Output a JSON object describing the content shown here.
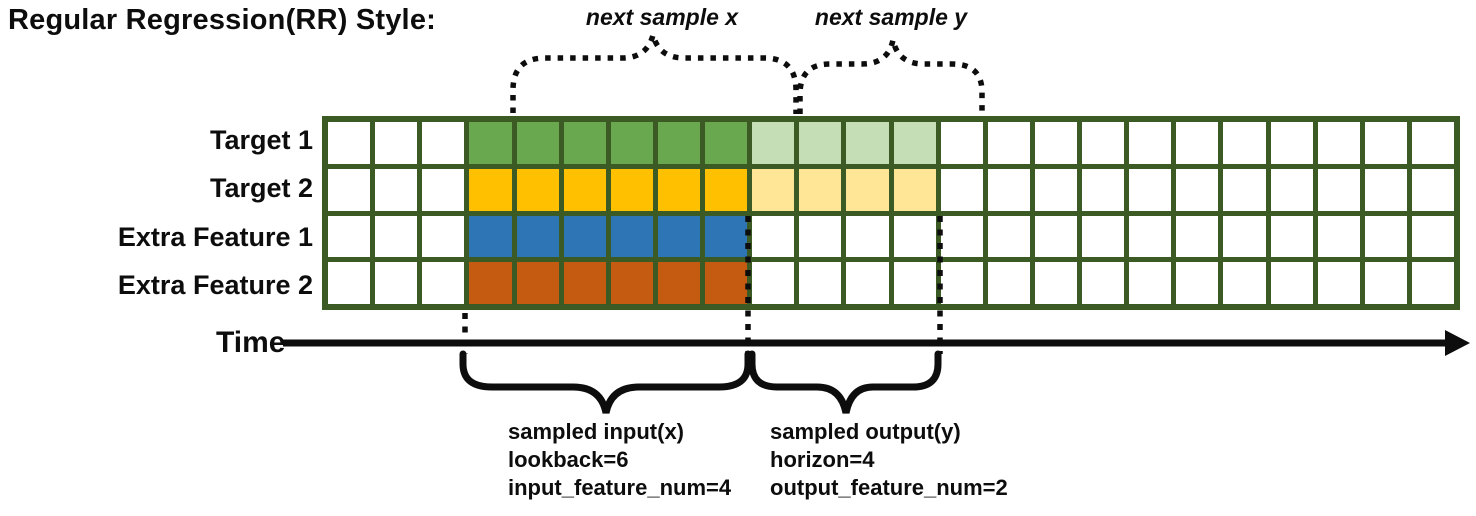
{
  "title": "Regular Regression(RR) Style:",
  "annotations": {
    "next_sample_x": "next sample x",
    "next_sample_y": "next sample y"
  },
  "grid": {
    "columns": 24,
    "input_start_col": 3,
    "frame_color": "#3c5a23",
    "cell_color": "#ffffff",
    "rows": [
      {
        "label": "Target 1",
        "input_color": "#6aa84f",
        "output_color": "#c6deb5",
        "input_len": 6,
        "output_len": 4
      },
      {
        "label": "Target 2",
        "input_color": "#ffc000",
        "output_color": "#ffe596",
        "input_len": 6,
        "output_len": 4
      },
      {
        "label": "Extra Feature 1",
        "input_color": "#2e75b6",
        "output_color": null,
        "input_len": 6,
        "output_len": 0
      },
      {
        "label": "Extra Feature 2",
        "input_color": "#c55a11",
        "output_color": null,
        "input_len": 6,
        "output_len": 0
      }
    ]
  },
  "time_axis": {
    "label": "Time"
  },
  "sample_info": {
    "input": {
      "lines": [
        "sampled input(x)",
        "lookback=6",
        "input_feature_num=4"
      ]
    },
    "output": {
      "lines": [
        "sampled output(y)",
        "horizon=4",
        "output_feature_num=2"
      ]
    }
  }
}
